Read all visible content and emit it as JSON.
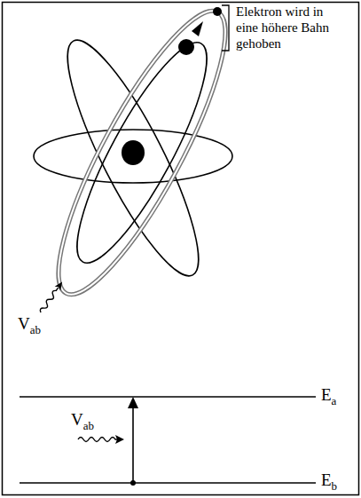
{
  "diagram": {
    "labels": [
      "Elektron wird in eine höhere Bahn gehoben",
      "V",
      "ab",
      "V",
      "ab",
      "E",
      "a",
      "E",
      "b"
    ]
  }
}
